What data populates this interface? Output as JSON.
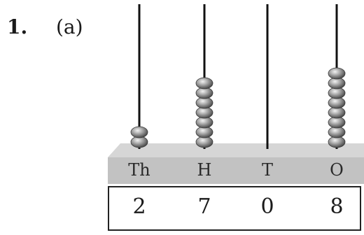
{
  "question": {
    "number": "1.",
    "part": "(a)"
  },
  "abacus": {
    "rods": [
      {
        "label": "Th",
        "beads": 2,
        "digit": "2"
      },
      {
        "label": "H",
        "beads": 7,
        "digit": "7"
      },
      {
        "label": "T",
        "beads": 0,
        "digit": "0"
      },
      {
        "label": "O",
        "beads": 8,
        "digit": "8"
      }
    ]
  },
  "colors": {
    "bead": "#8a8a8a",
    "base": "#c8c8c8",
    "rod": "#111111"
  }
}
